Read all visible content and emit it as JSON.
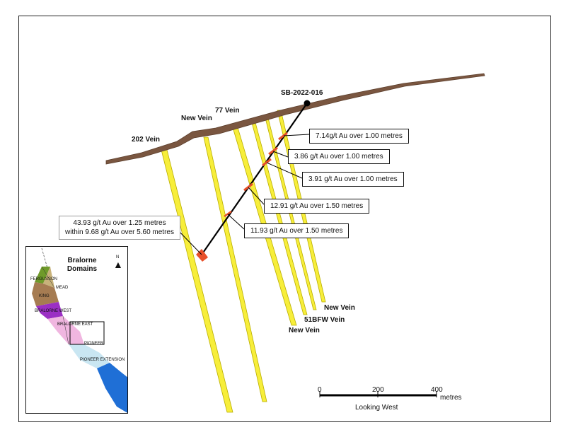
{
  "drillhole": {
    "id": "SB-2022-016"
  },
  "veins": {
    "vein_202": "202 Vein",
    "new_vein_top": "New Vein",
    "vein_77": "77 Vein",
    "new_vein_right": "New Vein",
    "vein_51bfw": "51BFW Vein",
    "new_vein_bottom": "New Vein"
  },
  "assays": [
    {
      "line1": "7.14g/t Au over 1.00 metres"
    },
    {
      "line1": "3.86 g/t Au over 1.00 metres"
    },
    {
      "line1": "3.91 g/t Au over 1.00 metres"
    },
    {
      "line1": "12.91 g/t Au over 1.50 metres"
    },
    {
      "line1": "11.93 g/t Au over 1.50 metres"
    },
    {
      "line1": "43.93 g/t Au over 1.25 metres",
      "line2": "within 9.68 g/t Au over 5.60 metres"
    }
  ],
  "inset": {
    "title_line1": "Bralorne",
    "title_line2": "Domains",
    "north": "N",
    "domains": {
      "ferguson": "FERGUSSON",
      "mead": "MEAD",
      "king": "KING",
      "bralorne_west": "BRALORNE WEST",
      "bralorne_east": "BRALORNE EAST",
      "pioneer": "PIONEER",
      "pioneer_extension": "PIONEER EXTENSION"
    },
    "colors": {
      "ferguson": "#6f9a2a",
      "mead": "#c8b27a",
      "king": "#a67c52",
      "bralorne_west": "#9b2fc4",
      "bralorne_east": "#f0b6e0",
      "pioneer": "#c9e6f2",
      "pioneer_extension": "#1f6fd6"
    }
  },
  "scale": {
    "tick_0": "0",
    "tick_200": "200",
    "tick_400": "400",
    "unit": "metres",
    "view": "Looking West"
  },
  "colors": {
    "topography": "#7a5640",
    "vein_fill": "#f7ee3a",
    "vein_edge": "#b9ad00",
    "intercept": "#e8502a",
    "drill_trace": "#000000"
  }
}
